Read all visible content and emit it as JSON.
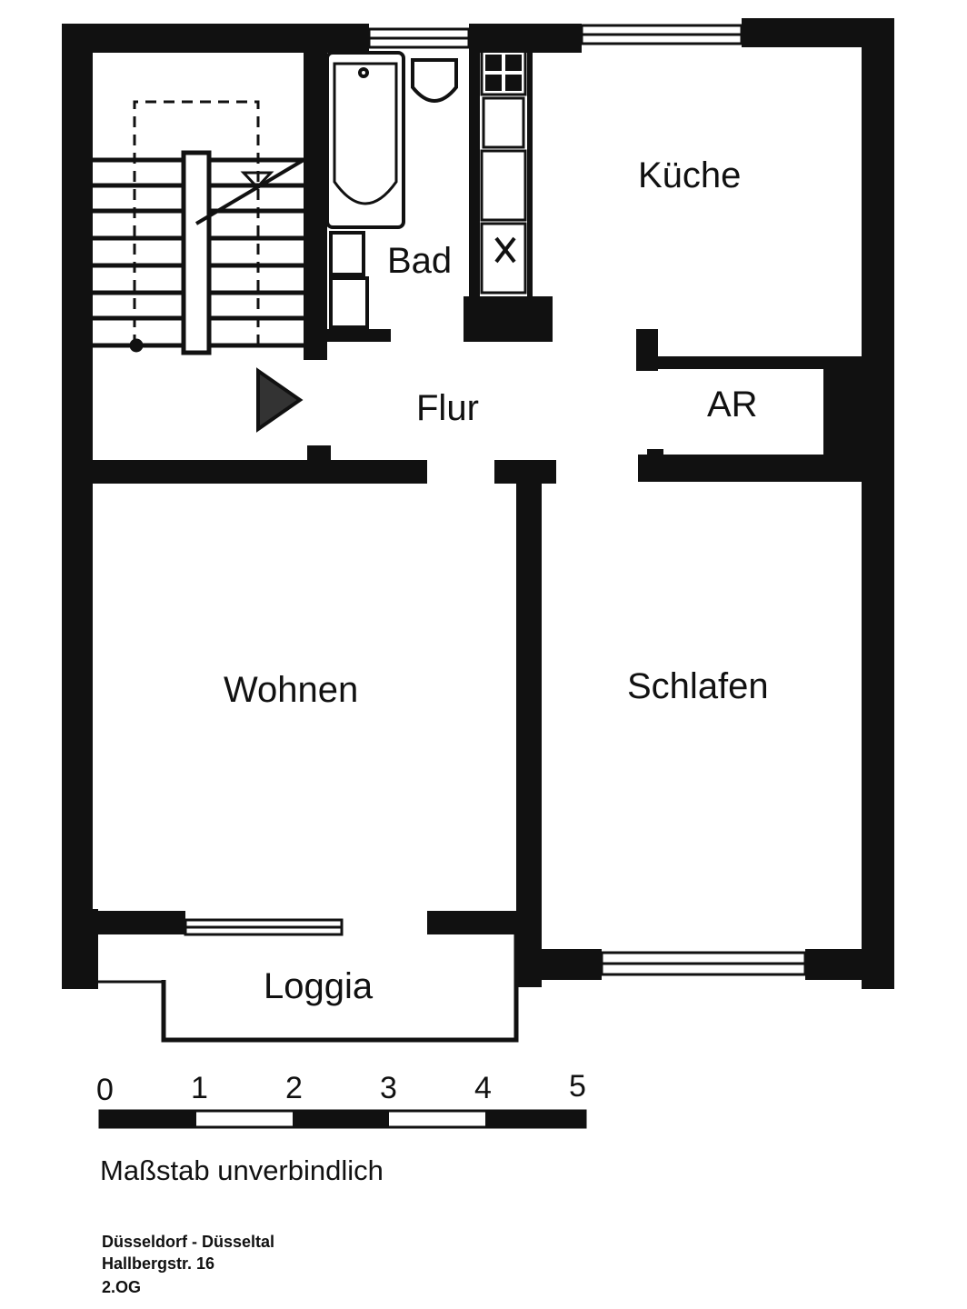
{
  "rooms": {
    "kueche": "Küche",
    "bad": "Bad",
    "flur": "Flur",
    "ar": "AR",
    "wohnen": "Wohnen",
    "schlafen": "Schlafen",
    "loggia": "Loggia"
  },
  "scale": {
    "ticks": [
      "0",
      "1",
      "2",
      "3",
      "4",
      "5"
    ],
    "note": "Maßstab unverbindlich"
  },
  "address": {
    "city": "Düsseldorf - Düsseltal",
    "street": "Hallbergstr. 16",
    "floor": "2.OG"
  },
  "colors": {
    "wall": "#111111",
    "background": "#ffffff"
  }
}
